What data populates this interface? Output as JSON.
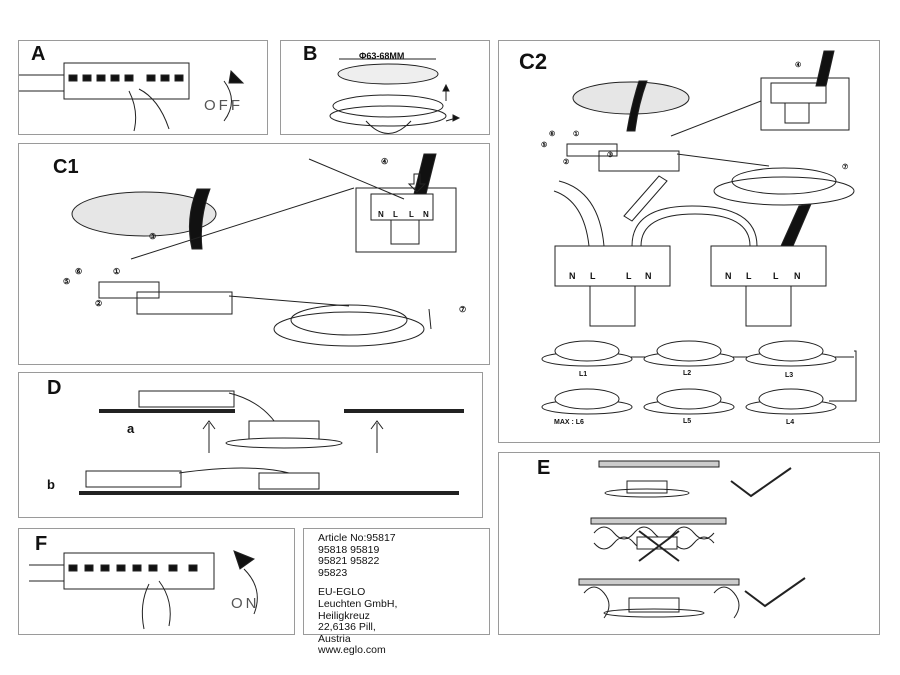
{
  "panels": {
    "a": {
      "label": "A",
      "state": "OFF"
    },
    "b": {
      "label": "B",
      "dimension": "Φ63-68MM"
    },
    "c1": {
      "label": "C1",
      "steps": [
        "③",
        "④",
        "⑤",
        "⑥",
        "①",
        "②",
        "⑦"
      ],
      "terminals": [
        "N",
        "L",
        "L",
        "N"
      ]
    },
    "c2": {
      "label": "C2",
      "steps": [
        "③",
        "④",
        "⑤",
        "⑥",
        "①",
        "②",
        "⑦"
      ],
      "terminals_left": [
        "N",
        "L",
        "L",
        "N"
      ],
      "terminals_right": [
        "N",
        "L",
        "L",
        "N"
      ],
      "lights": [
        "L1",
        "L2",
        "L3",
        "MAX : L6",
        "L5",
        "L4"
      ]
    },
    "d": {
      "label": "D",
      "sub_a": "a",
      "sub_b": "b"
    },
    "e": {
      "label": "E"
    },
    "f": {
      "label": "F",
      "state": "ON"
    }
  },
  "article": {
    "lines1": [
      "Article No:95817",
      "95818 95819",
      "95821 95822",
      "95823"
    ],
    "lines2": [
      "EU-EGLO",
      "Leuchten GmbH,",
      "Heiligkreuz",
      "22,6136 Pill,",
      "Austria",
      "www.eglo.com"
    ]
  }
}
